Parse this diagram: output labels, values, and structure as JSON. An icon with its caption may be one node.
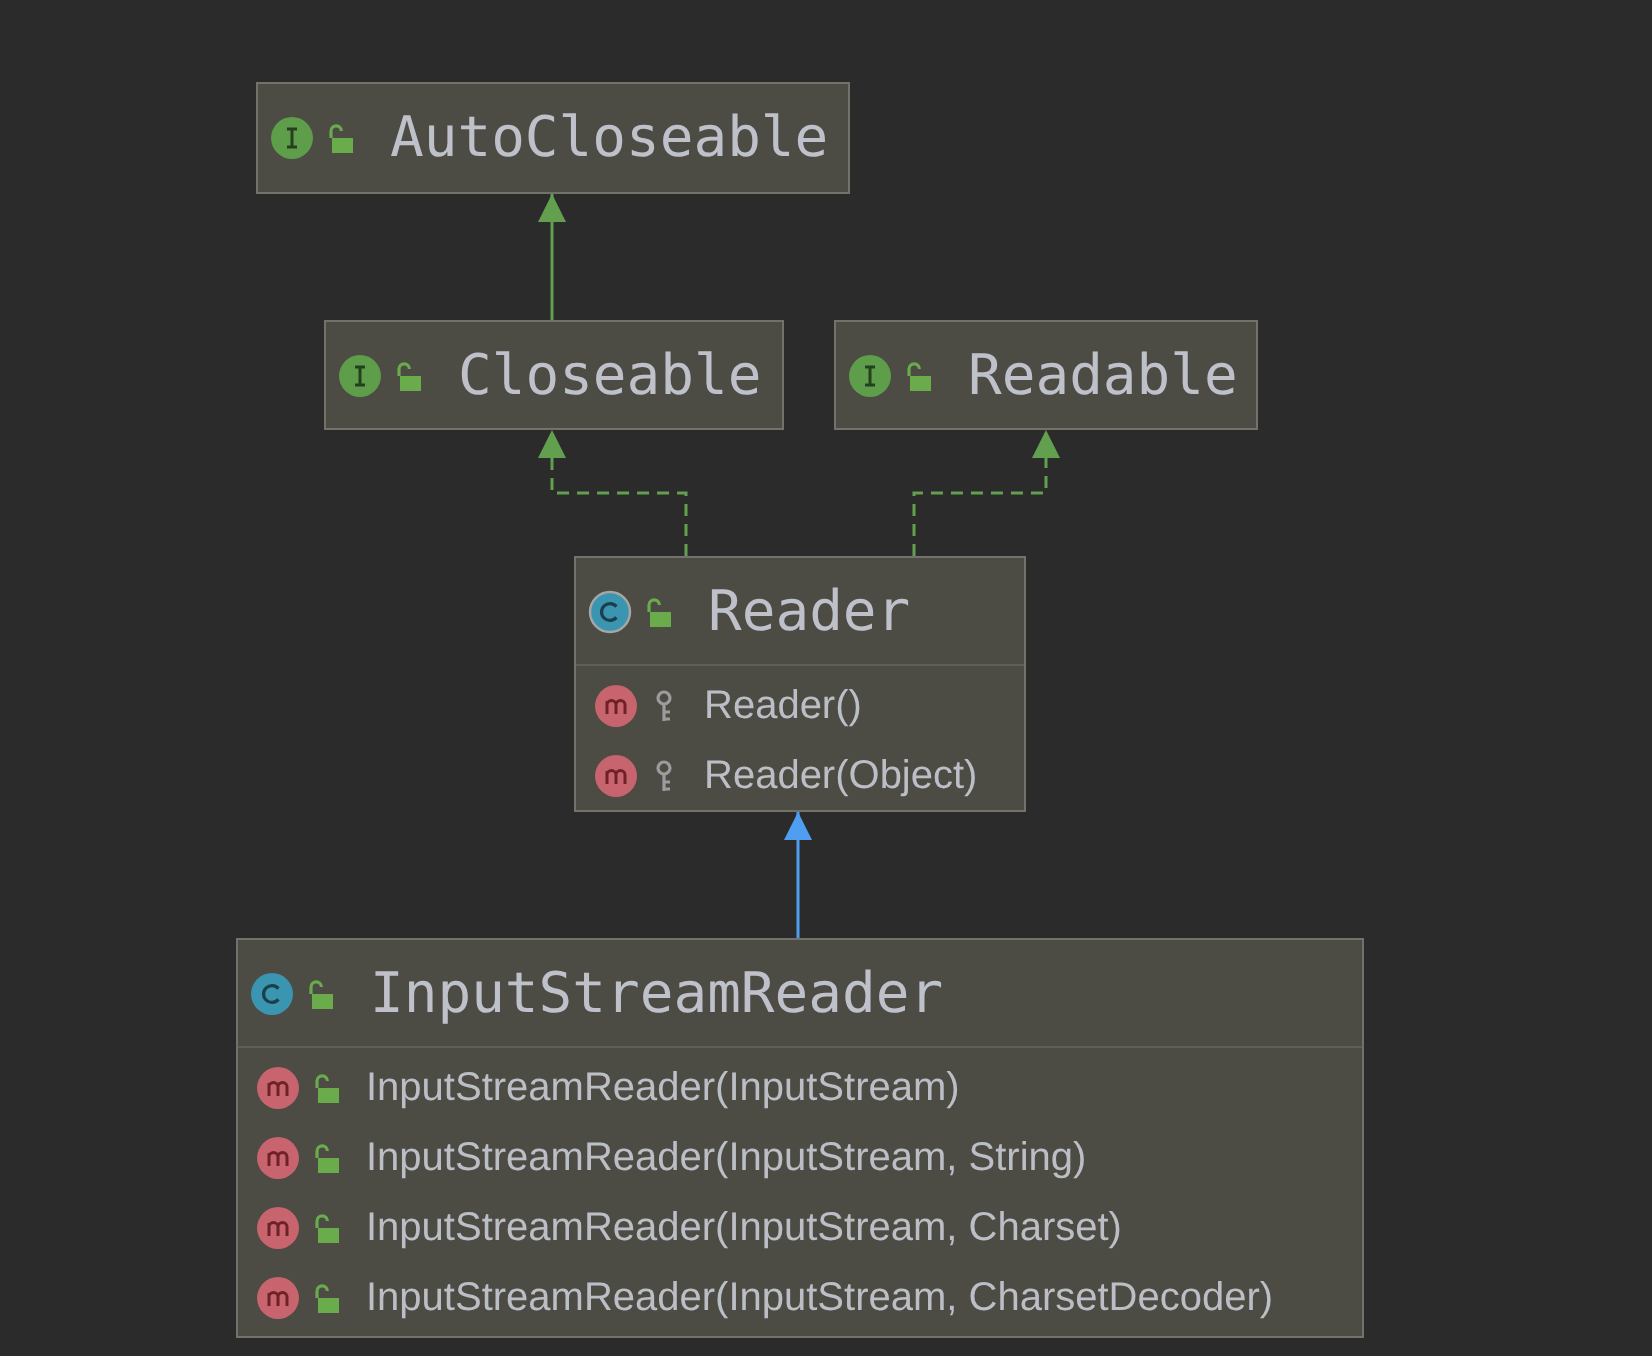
{
  "diagram": {
    "nodes": [
      {
        "text": [
          "AutoCloseable"
        ]
      },
      {
        "text": [
          "Closeable"
        ]
      },
      {
        "text": [
          "Readable"
        ]
      },
      {
        "text": [
          "Reader",
          "Reader()",
          "Reader(Object)"
        ]
      },
      {
        "text": [
          "InputStreamReader",
          "InputStreamReader(InputStream)",
          "InputStreamReader(InputStream, String)",
          "InputStreamReader(InputStream, Charset)",
          "InputStreamReader(InputStream, CharsetDecoder)"
        ]
      }
    ],
    "edges": [
      {
        "from": 1,
        "to": 0,
        "arrow": "to"
      },
      {
        "from": 3,
        "to": 1,
        "arrow": "to",
        "style": "dashed"
      },
      {
        "from": 3,
        "to": 2,
        "arrow": "to",
        "style": "dashed"
      },
      {
        "from": 4,
        "to": 3,
        "arrow": "to",
        "color": "#4f9ef0"
      }
    ]
  }
}
